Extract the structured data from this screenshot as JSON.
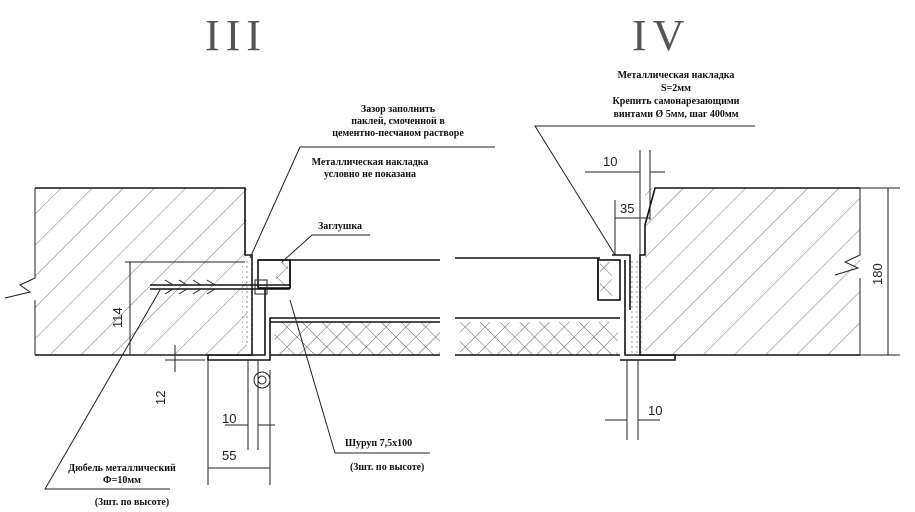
{
  "sections": {
    "left_title": "III",
    "right_title": "IV"
  },
  "notes": {
    "gap_fill": [
      "Зазор заполнить",
      "паклей, смоченной в",
      "цементно-песчаном растворе"
    ],
    "plate_not_shown": [
      "Металлическая накладка",
      "условно не показана"
    ],
    "plug": "Заглушка",
    "plate_right": [
      "Металлическая накладка",
      "S=2мм",
      "Крепить самонарезающими",
      "винтами Ø 5мм, шаг 400мм"
    ],
    "screw": "Шуруп 7,5х100",
    "screw_qty": "(3шт. по высоте)",
    "dowel": [
      "Дюбель металлический",
      "Ф=10мм"
    ],
    "dowel_qty": "(3шт. по высоте)"
  },
  "dimensions": {
    "left_114": "114",
    "left_12": "12",
    "left_10": "10",
    "left_55": "55",
    "right_10_top": "10",
    "right_35": "35",
    "right_180": "180",
    "right_10_bottom": "10"
  }
}
